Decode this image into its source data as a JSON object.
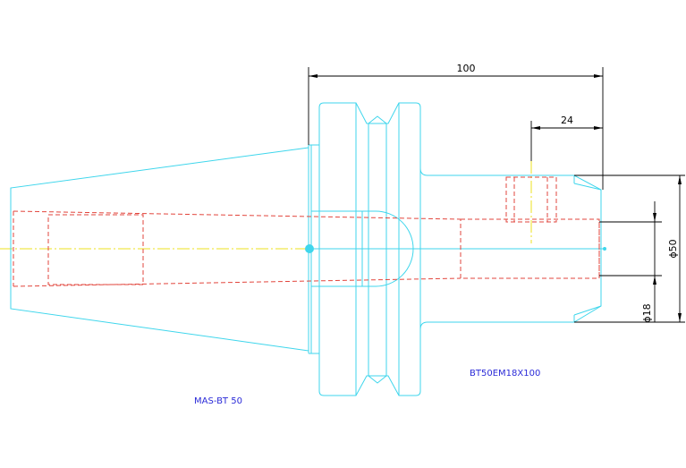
{
  "dimensions": {
    "overall_length": "100",
    "bore_depth": "24",
    "shank_diameter": "ϕ50",
    "bore_diameter": "ϕ18"
  },
  "labels": {
    "standard": "MAS-BT 50",
    "model": "BT50EM18X100"
  },
  "colors": {
    "outline": "#3fd6ec",
    "hidden": "#e2453c",
    "centerline": "#eee21f",
    "dimension": "#000000",
    "annotation": "#2b2bd8"
  }
}
